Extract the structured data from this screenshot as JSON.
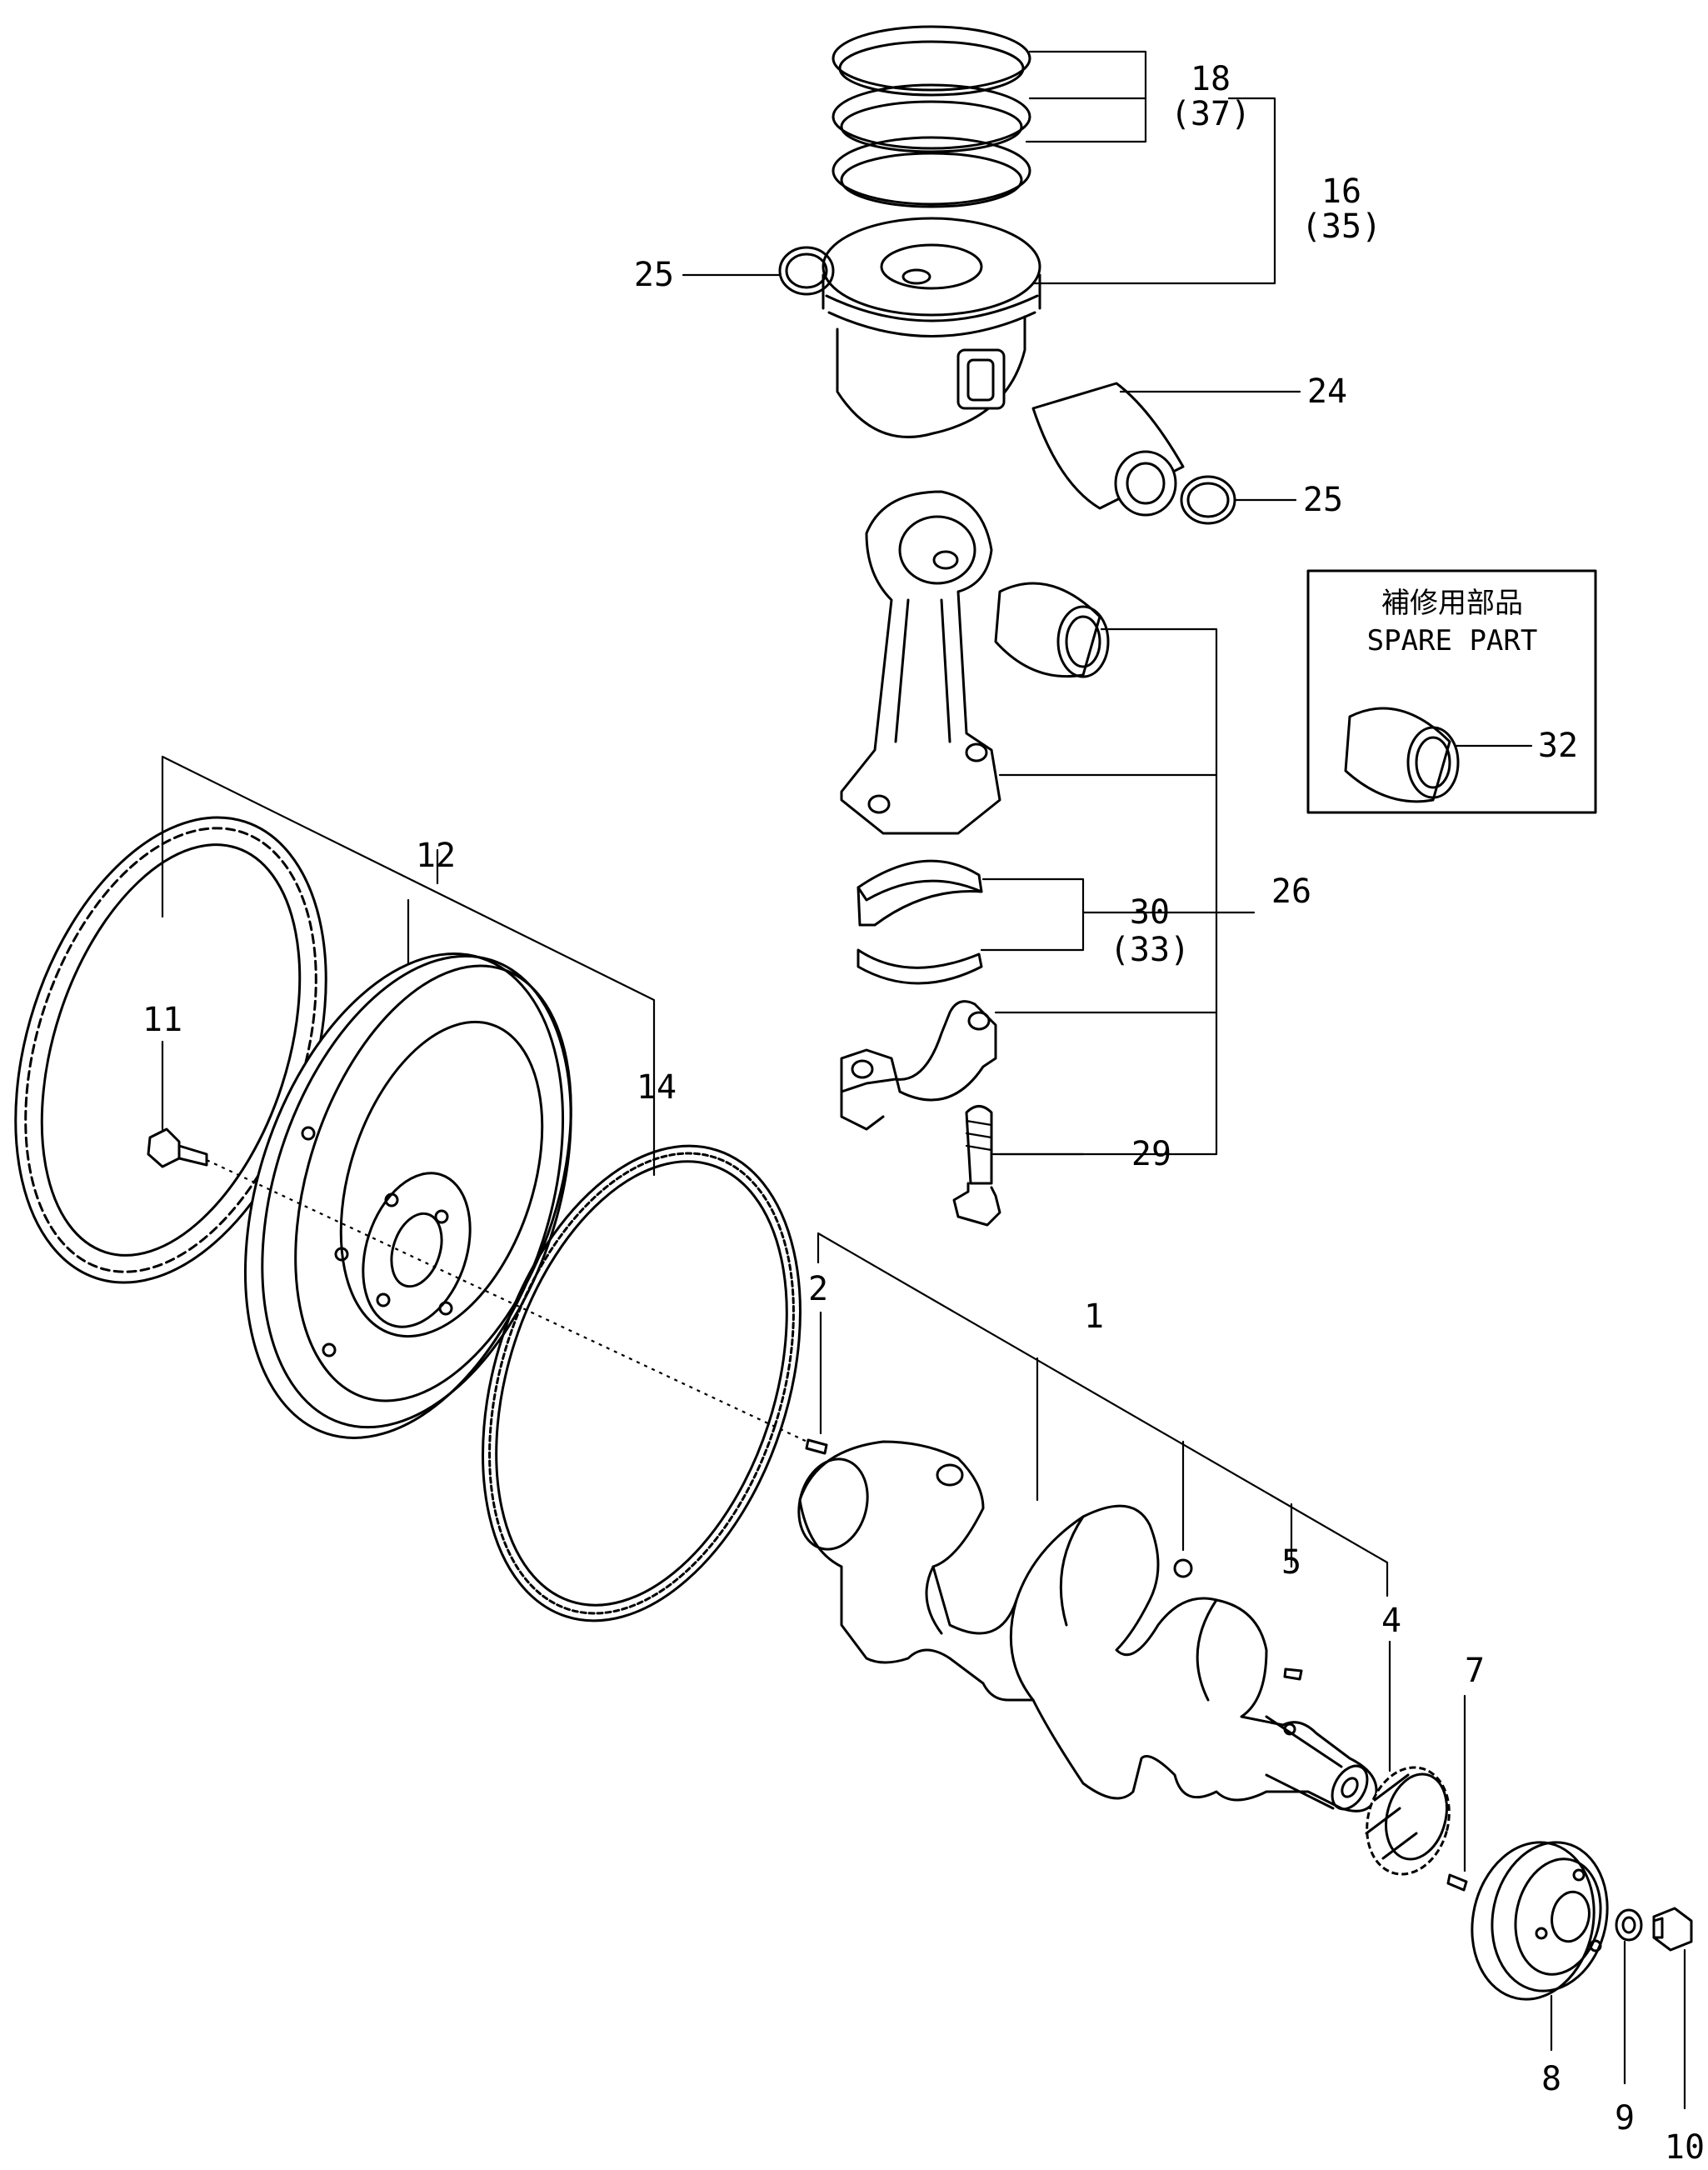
{
  "labels": {
    "l18": "18",
    "l37": "(37)",
    "l16": "16",
    "l35": "(35)",
    "l25a": "25",
    "l24": "24",
    "l25b": "25",
    "l26": "26",
    "l30": "30",
    "l33": "(33)",
    "l29": "29",
    "l12": "12",
    "l11": "11",
    "l14": "14",
    "l2": "2",
    "l1": "1",
    "l5": "5",
    "l4": "4",
    "l7": "7",
    "l8": "8",
    "l9": "9",
    "l10": "10",
    "l32": "32"
  },
  "spare_box": {
    "title_jp": "補修用部品",
    "title_en": "SPARE PART"
  }
}
